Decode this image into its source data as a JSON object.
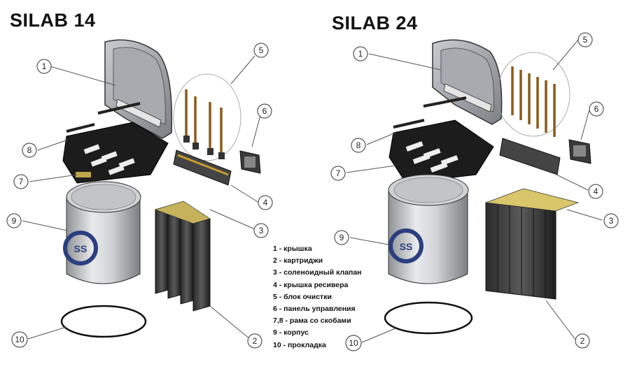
{
  "titles": {
    "left": "SILAB 14",
    "right": "SILAB 24"
  },
  "legend": [
    "1 - крышка",
    "2 - картриджи",
    "3 - соленоидный клапан",
    "4 - крышка ресивера",
    "5 - блок очистки",
    "6 - панель управления",
    "7,8 - рама со скобами",
    "9 - корпус",
    "10 - прокладка"
  ],
  "callouts_left": [
    "1",
    "5",
    "6",
    "8",
    "7",
    "4",
    "9",
    "3",
    "10",
    "2"
  ],
  "callouts_right": [
    "1",
    "5",
    "6",
    "8",
    "7",
    "4",
    "9",
    "3",
    "10",
    "2"
  ]
}
